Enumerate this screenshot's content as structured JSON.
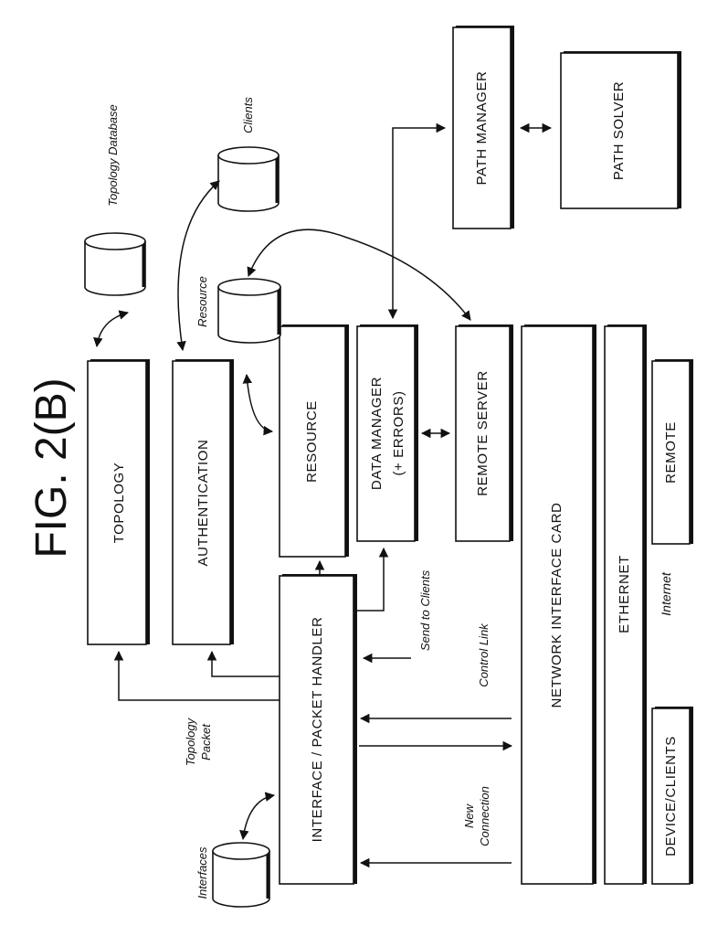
{
  "figure_title": "FIG. 2(B)",
  "blocks": {
    "topology": "TOPOLOGY",
    "authentication": "AUTHENTICATION",
    "resource": "RESOURCE",
    "data_manager_line1": "DATA MANAGER",
    "data_manager_line2": "(+ ERRORS)",
    "remote_server": "REMOTE SERVER",
    "network_interface_card": "NETWORK INTERFACE CARD",
    "ethernet": "ETHERNET",
    "remote": "REMOTE",
    "device_clients": "DEVICE/CLIENTS",
    "path_manager": "PATH MANAGER",
    "path_solver": "PATH SOLVER",
    "interface_packet_handler": "INTERFACE / PACKET HANDLER"
  },
  "databases": {
    "topology_database": "Topology Database",
    "clients": "Clients",
    "resource": "Resource",
    "interfaces": "Interfaces"
  },
  "annotations": {
    "send_to_clients": "Send to Clients",
    "control_link": "Control Link",
    "topology_packet_line1": "Topology",
    "topology_packet_line2": "Packet",
    "new_connection_line1": "New",
    "new_connection_line2": "Connection",
    "internet": "Internet"
  }
}
